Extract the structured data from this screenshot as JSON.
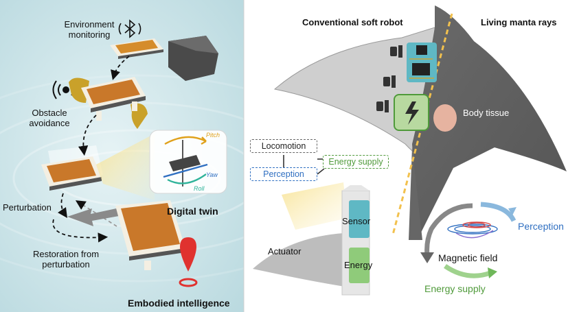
{
  "left_panel": {
    "labels": {
      "environment_monitoring": "Environment monitoring",
      "obstacle_avoidance": "Obstacle avoidance",
      "perturbation": "Perturbation",
      "restoration": "Restoration from perturbation",
      "digital_twin": "Digital twin",
      "embodied_intelligence": "Embodied intelligence"
    },
    "twin_axes": {
      "pitch": "Pitch",
      "yaw": "Yaw",
      "roll": "Roll"
    },
    "colors": {
      "water": "#cfe6ea",
      "pitch": "#e0a11b",
      "yaw": "#2f6fc1",
      "roll": "#2fb39a",
      "location_pin": "#e0322f"
    }
  },
  "right_panel": {
    "headers": {
      "conventional": "Conventional soft robot",
      "living": "Living manta rays"
    },
    "body_tissue": "Body tissue",
    "function_boxes": {
      "locomotion": "Locomotion",
      "perception": "Perception",
      "energy_supply": "Energy supply"
    },
    "modules": {
      "actuator": "Actuator",
      "sensor": "Sensor",
      "energy": "Energy"
    },
    "cycle": {
      "perception": "Perception",
      "magnetic_field": "Magnetic field",
      "energy_supply": "Energy supply"
    },
    "colors": {
      "sensor": "#5fb8c4",
      "energy": "#8fcb7a",
      "perception_text": "#2f6fc1",
      "energy_text": "#4f9a3a",
      "stripe": "#f2c14e"
    }
  }
}
